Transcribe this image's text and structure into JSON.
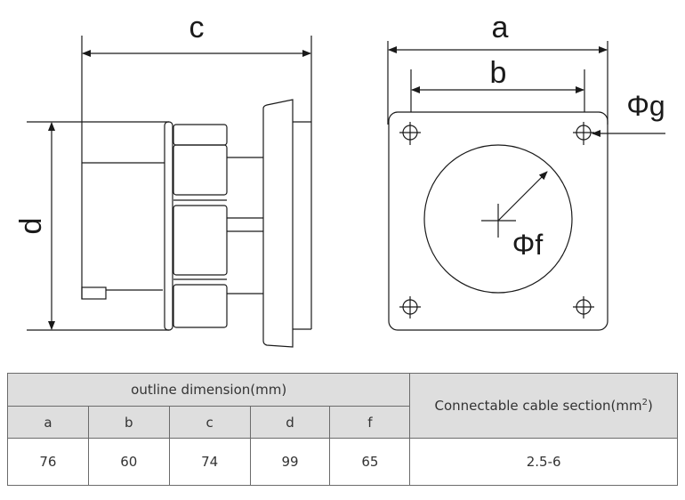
{
  "drawing": {
    "side_view": {
      "dimension_labels": {
        "width": "c",
        "height": "d"
      }
    },
    "front_view": {
      "dimension_labels": {
        "outer_width": "a",
        "hole_spacing": "b",
        "hole_diameter": "Φg",
        "cutout_diameter": "Φf"
      }
    }
  },
  "table": {
    "group_header": "outline dimension(mm)",
    "columns": [
      "a",
      "b",
      "c",
      "d",
      "f"
    ],
    "values": [
      "76",
      "60",
      "74",
      "99",
      "65"
    ],
    "cable_header_text": "Connectable cable section",
    "cable_header_unit_open": "(mm",
    "cable_header_unit_sup": "2",
    "cable_header_unit_close": ")",
    "cable_value": "2.5-6"
  }
}
